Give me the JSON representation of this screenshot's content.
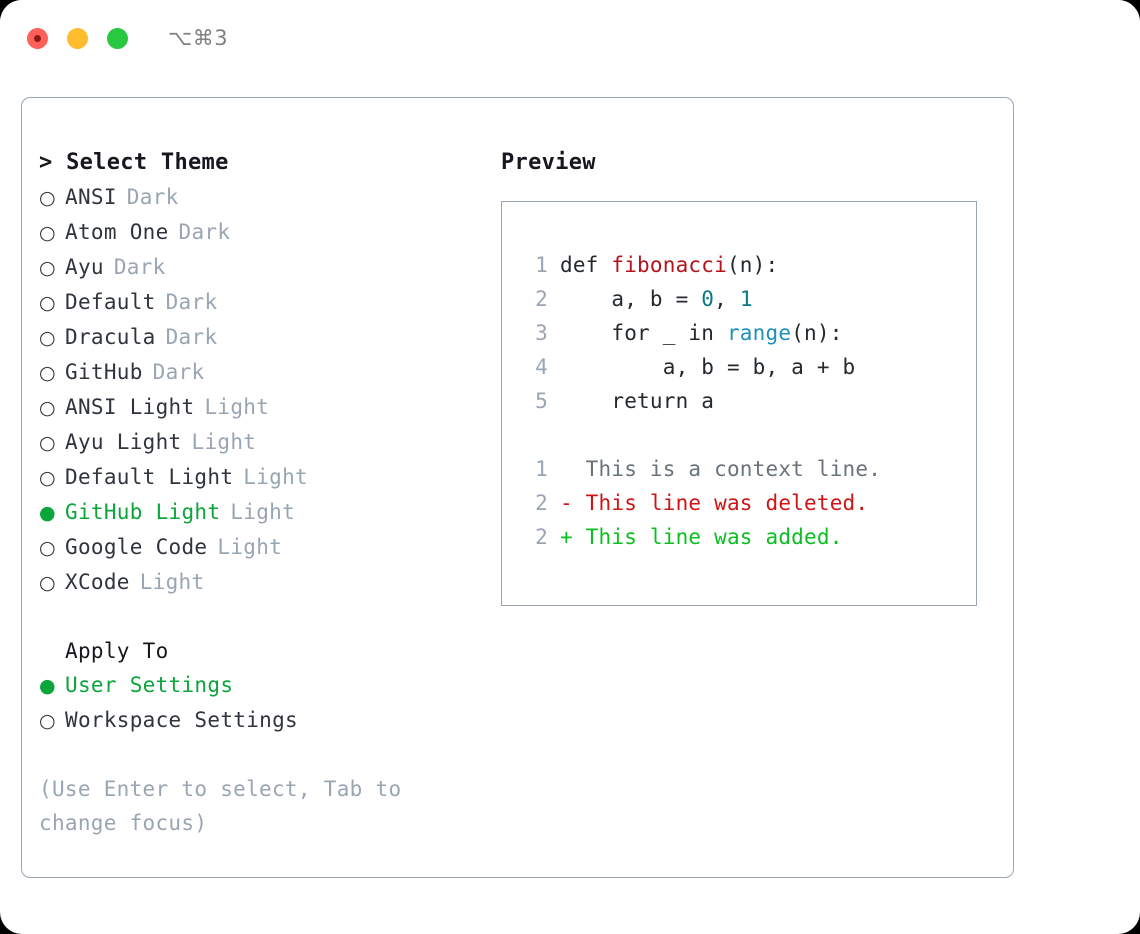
{
  "window": {
    "shortcut": "⌥⌘3",
    "traffic_lights": [
      "close-red",
      "minimize-yellow",
      "maximize-green"
    ],
    "colors": {
      "selected_green": "#0ba53c",
      "muted_tag": "#9aa5b4",
      "border": "#9aa5b4",
      "diff_add": "#0ac020",
      "diff_del": "#d01414",
      "code_func": "#b3131b",
      "code_num": "#0b7a84",
      "code_call": "#1f8fbf"
    }
  },
  "theme_list": {
    "header": "> Select Theme",
    "items": [
      {
        "marker": "○",
        "name": "ANSI",
        "tag": "Dark",
        "selected": false
      },
      {
        "marker": "○",
        "name": "Atom One",
        "tag": "Dark",
        "selected": false
      },
      {
        "marker": "○",
        "name": "Ayu",
        "tag": "Dark",
        "selected": false
      },
      {
        "marker": "○",
        "name": "Default",
        "tag": "Dark",
        "selected": false
      },
      {
        "marker": "○",
        "name": "Dracula",
        "tag": "Dark",
        "selected": false
      },
      {
        "marker": "○",
        "name": "GitHub",
        "tag": "Dark",
        "selected": false
      },
      {
        "marker": "○",
        "name": "ANSI Light",
        "tag": "Light",
        "selected": false
      },
      {
        "marker": "○",
        "name": "Ayu Light",
        "tag": "Light",
        "selected": false
      },
      {
        "marker": "○",
        "name": "Default Light",
        "tag": "Light",
        "selected": false
      },
      {
        "marker": "●",
        "name": "GitHub Light",
        "tag": "Light",
        "selected": true
      },
      {
        "marker": "○",
        "name": "Google Code",
        "tag": "Light",
        "selected": false
      },
      {
        "marker": "○",
        "name": "XCode",
        "tag": "Light",
        "selected": false
      }
    ]
  },
  "apply_to": {
    "header": "Apply To",
    "items": [
      {
        "marker": "●",
        "name": "User Settings",
        "selected": true
      },
      {
        "marker": "○",
        "name": "Workspace Settings",
        "selected": false
      }
    ]
  },
  "hint": "(Use Enter to select, Tab to change focus)",
  "preview": {
    "title": "Preview",
    "code_lines": [
      {
        "number": "1",
        "segments": [
          {
            "text": "def ",
            "type": "plain"
          },
          {
            "text": "fibonacci",
            "type": "func"
          },
          {
            "text": "(n):",
            "type": "plain"
          }
        ]
      },
      {
        "number": "2",
        "segments": [
          {
            "text": "    a, b = ",
            "type": "plain"
          },
          {
            "text": "0",
            "type": "num"
          },
          {
            "text": ", ",
            "type": "plain"
          },
          {
            "text": "1",
            "type": "num"
          }
        ]
      },
      {
        "number": "3",
        "segments": [
          {
            "text": "    for _ in ",
            "type": "plain"
          },
          {
            "text": "range",
            "type": "call"
          },
          {
            "text": "(n):",
            "type": "plain"
          }
        ]
      },
      {
        "number": "4",
        "segments": [
          {
            "text": "        a, b = b, a + b",
            "type": "plain"
          }
        ]
      },
      {
        "number": "5",
        "segments": [
          {
            "text": "    return a",
            "type": "plain"
          }
        ]
      }
    ],
    "diff_lines": [
      {
        "number": "1",
        "kind": "context",
        "text": "  This is a context line."
      },
      {
        "number": "2",
        "kind": "del",
        "text": "- This line was deleted."
      },
      {
        "number": "2",
        "kind": "add",
        "text": "+ This line was added."
      }
    ]
  }
}
